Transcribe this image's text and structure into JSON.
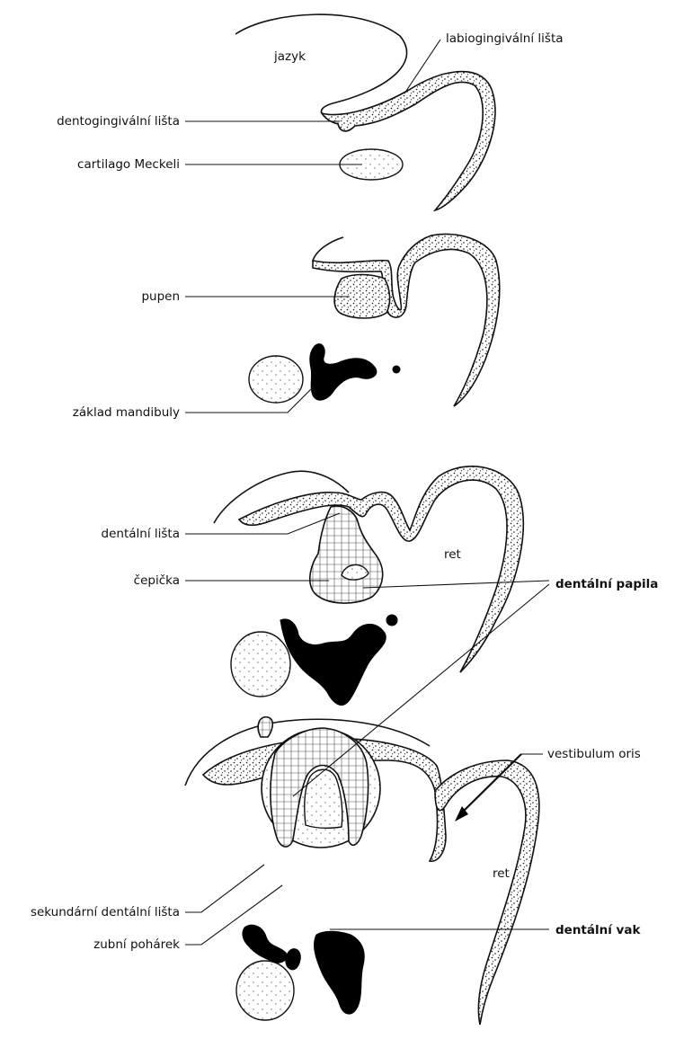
{
  "labels": {
    "jazyk": "jazyk",
    "labiogingivalni_lista": "labiogingivální lišta",
    "dentogingivalni_lista": "dentogingivální lišta",
    "cartilago_meckeli": "cartilago Meckeli",
    "pupen": "pupen",
    "zaklad_mandibuly": "základ mandibuly",
    "dentalni_lista": "dentální lišta",
    "ret_1": "ret",
    "cepicka": "čepička",
    "dentalni_papila": "dentální papila",
    "vestibulum_oris": "vestibulum oris",
    "ret_2": "ret",
    "sekundarni_dentalni_lista": "sekundární dentální lišta",
    "dentalni_vak": "dentální vak",
    "zubni_poharek": "zubní pohárek"
  }
}
